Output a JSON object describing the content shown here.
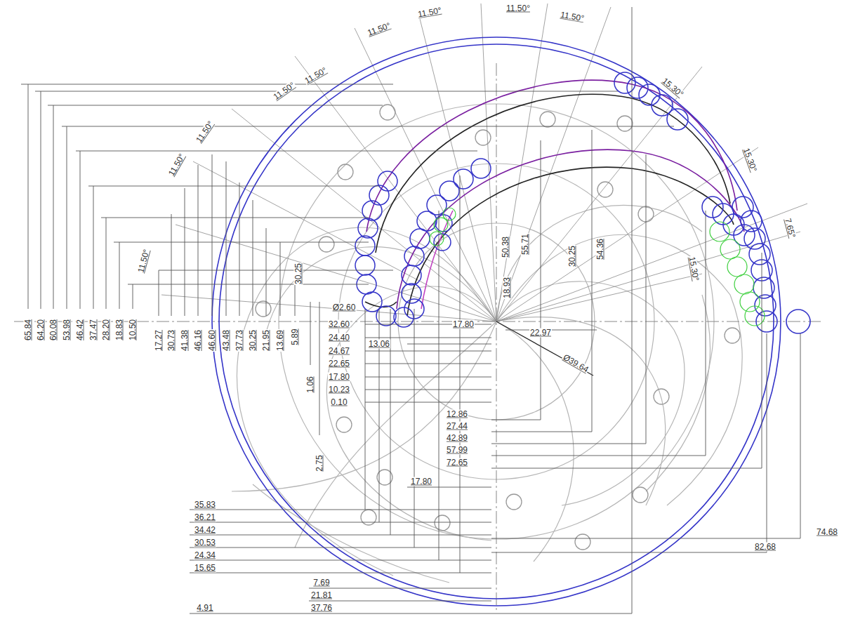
{
  "diagram": {
    "labels": [
      "11.50°",
      "11.50°",
      "11.50°",
      "11.50°",
      "11.50°",
      "11.50°",
      "11.50°",
      "11.50°",
      "11.50°",
      "15.30°",
      "15.30°",
      "7.65°",
      "15.30°",
      "65.84",
      "64.20",
      "60.08",
      "53.98",
      "46.42",
      "37.47",
      "28.20",
      "18.83",
      "10.50",
      "17.27",
      "30.73",
      "41.38",
      "46.16",
      "46.60",
      "43.48",
      "37.73",
      "30.25",
      "21.95",
      "13.69",
      "5.89",
      "1.06",
      "2.75",
      "30.25",
      "Ø2.60",
      "32.60",
      "17.80",
      "24.40",
      "13.06",
      "24.67",
      "22.65",
      "17.80",
      "10.23",
      "0.10",
      "22.97",
      "Ø39.64",
      "50.38",
      "55.71",
      "18.93",
      "30.25",
      "54.36",
      "12.86",
      "27.44",
      "42.89",
      "57.99",
      "72.65",
      "17.80",
      "35.83",
      "36.21",
      "34.42",
      "30.53",
      "24.34",
      "15.65",
      "7.69",
      "21.81",
      "37.76",
      "4.91",
      "74.68",
      "82.68"
    ]
  }
}
